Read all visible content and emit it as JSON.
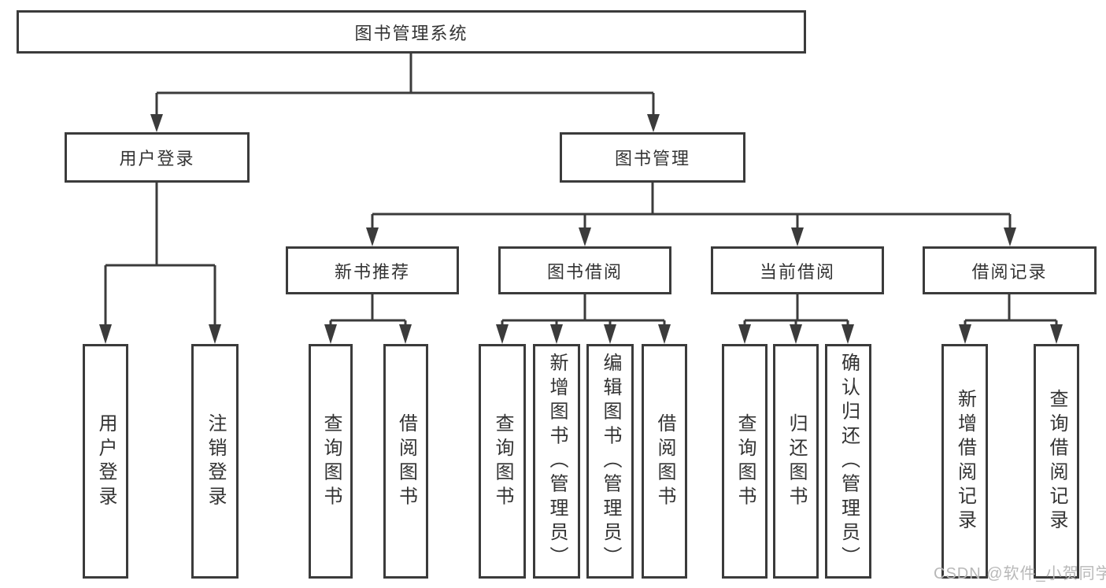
{
  "diagram": {
    "root": {
      "label": "图书管理系统"
    },
    "level2": [
      {
        "label": "用户登录",
        "children": [
          {
            "label": "用户登录"
          },
          {
            "label": "注销登录"
          }
        ]
      },
      {
        "label": "图书管理",
        "children": [
          {
            "label": "新书推荐",
            "children": [
              {
                "label": "查询图书"
              },
              {
                "label": "借阅图书"
              }
            ]
          },
          {
            "label": "图书借阅",
            "children": [
              {
                "label": "查询图书"
              },
              {
                "label": "新增图书（管理员）"
              },
              {
                "label": "编辑图书（管理员）"
              },
              {
                "label": "借阅图书"
              }
            ]
          },
          {
            "label": "当前借阅",
            "children": [
              {
                "label": "查询图书"
              },
              {
                "label": "归还图书"
              },
              {
                "label": "确认归还（管理员）"
              }
            ]
          },
          {
            "label": "借阅记录",
            "children": [
              {
                "label": "新增借阅记录"
              },
              {
                "label": "查询借阅记录"
              }
            ]
          }
        ]
      }
    ]
  },
  "watermark": {
    "text": "CSDN @软件_小贺同学"
  },
  "colors": {
    "line": "#3b3b3b",
    "node_border": "#3b3b3b",
    "text": "#333333",
    "watermark": "#b8b8b8",
    "background": "#ffffff"
  }
}
